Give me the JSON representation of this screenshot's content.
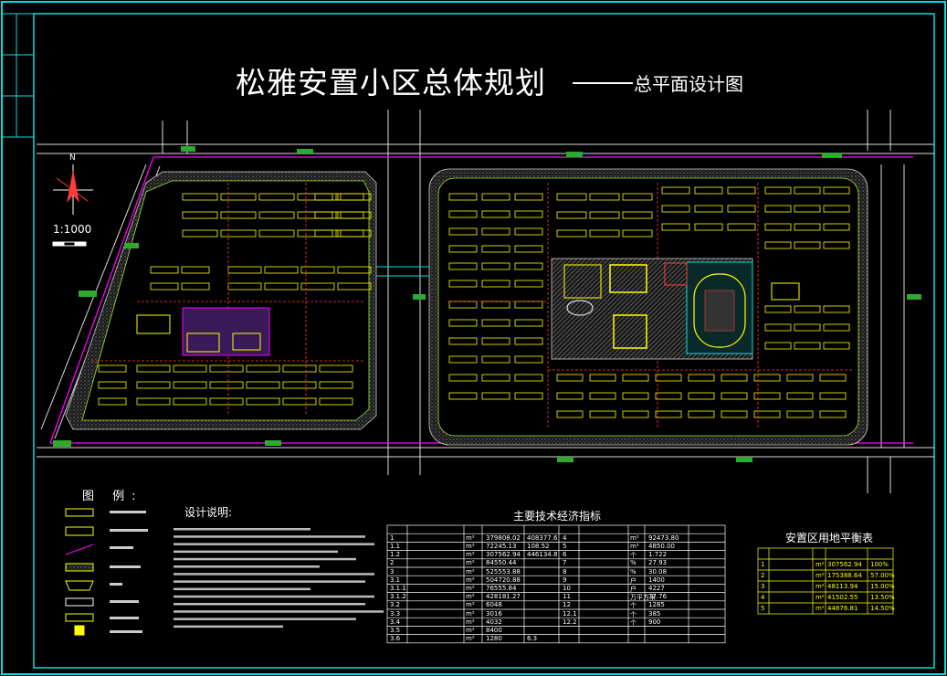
{
  "title": "松雅安置小区总体规划",
  "subtitle": "总平面设计图",
  "scale": "1:1000",
  "north": "N",
  "legend": {
    "title": "图 例:"
  },
  "notes": {
    "title": "设计说明:"
  },
  "econ_table": {
    "title": "主要技术经济指标",
    "left_ids": [
      "1",
      "1.1",
      "1.2",
      "2",
      "3",
      "3.1",
      "3.1.1",
      "3.1.2",
      "3.2",
      "3.3",
      "3.4",
      "3.5",
      "3.6"
    ],
    "left_units": [
      "m²",
      "m²",
      "m²",
      "m²",
      "m²",
      "m²",
      "m²",
      "m²",
      "m²",
      "m²",
      "m²",
      "m²",
      "m²"
    ],
    "left_vals": [
      "379808.02",
      "72245.13",
      "307562.94",
      "84550.44",
      "525553.88",
      "504720.88",
      "76555.84",
      "428181.27",
      "6048",
      "3016",
      "4032",
      "8400",
      "1280"
    ],
    "left_vals2": [
      "408377.6",
      "108.52",
      "446134.8",
      "",
      "",
      "",
      "",
      "",
      "",
      "",
      "",
      "",
      "6.3"
    ],
    "right_ids": [
      "4",
      "5",
      "6",
      "7",
      "8",
      "9",
      "10",
      "11",
      "12",
      "12.1",
      "12.2"
    ],
    "right_units": [
      "m²",
      "m²",
      "个",
      "%",
      "%",
      "户",
      "户",
      "万平方米",
      "个",
      "个",
      "个"
    ],
    "right_vals": [
      "92473.80",
      "4850.00",
      "1.722",
      "27.93",
      "30.08",
      "1400",
      "4227",
      "77.76",
      "1285",
      "385",
      "900"
    ]
  },
  "balance_table": {
    "title": "安置区用地平衡表",
    "ids": [
      "1",
      "2",
      "3",
      "4",
      "5"
    ],
    "units": [
      "m²",
      "m²",
      "m²",
      "m²",
      "m²"
    ],
    "vals": [
      "307562.94",
      "175388.64",
      "48113.94",
      "41502.55",
      "44876.81"
    ],
    "pcts": [
      "100%",
      "57.00%",
      "15.00%",
      "13.50%",
      "14.50%"
    ]
  }
}
